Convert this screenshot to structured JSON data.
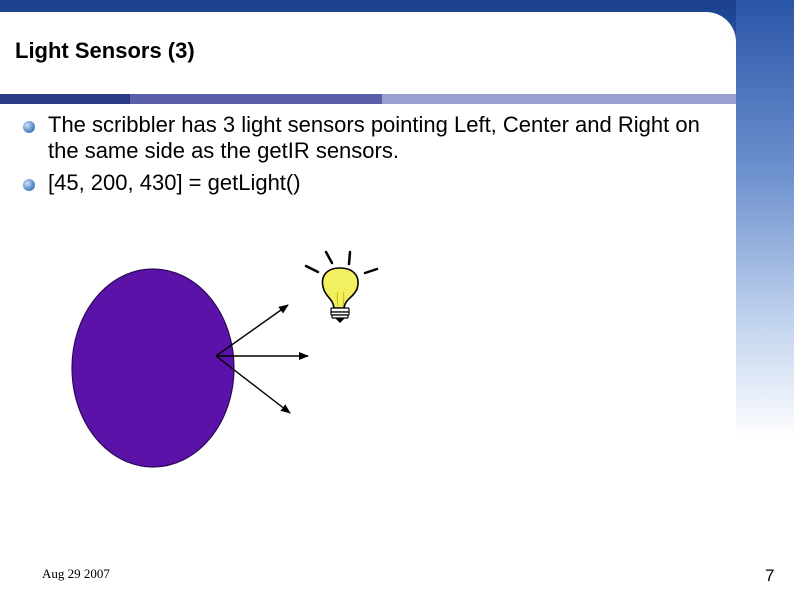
{
  "slide": {
    "title": "Light Sensors (3)",
    "bullets": [
      "The scribbler has 3 light sensors pointing Left, Center and Right on the same side as the getIR sensors.",
      "[45, 200, 430] = getLight()"
    ],
    "footer_date": "Aug 29 2007",
    "page_number": "7"
  },
  "illustration": {
    "robot_body": {
      "shape": "ellipse",
      "color": "#5b12a8"
    },
    "sensor_arrows": [
      "left",
      "center",
      "right"
    ],
    "arrow_color": "#000000",
    "light_icon": "light-bulb-icon",
    "bulb_color": "#f2f060"
  }
}
